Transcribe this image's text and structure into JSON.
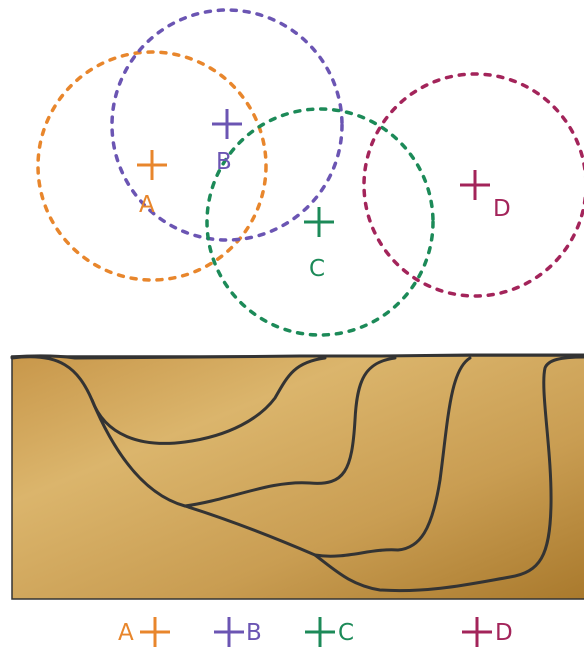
{
  "colors": {
    "A": "#e8862c",
    "B": "#6b55b3",
    "C": "#1c8a58",
    "D": "#a3245a",
    "outline": "#333333",
    "block_light": "#ddb86e",
    "block_dark": "#b5842f"
  },
  "top_labels": {
    "A": "A",
    "B": "B",
    "C": "C",
    "D": "D"
  },
  "bottom_labels": {
    "A": "A",
    "B": "B",
    "C": "C",
    "D": "D"
  },
  "icons": {
    "center_mark": "plus-cross-icon"
  }
}
